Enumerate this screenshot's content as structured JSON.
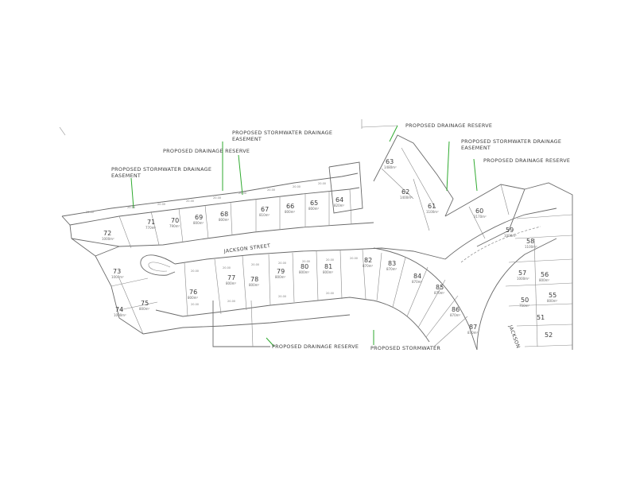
{
  "notes": {
    "stormwater_top": "PROPOSED STORMWATER DRAINAGE",
    "easement_top": "EASEMENT",
    "drainage_reserve_top": "PROPOSED DRAINAGE RESERVE",
    "stormwater_left": "PROPOSED STORMWATER DRAINAGE",
    "easement_left": "EASEMENT",
    "drainage_reserve_topright": "PROPOSED DRAINAGE RESERVE",
    "stormwater_right": "PROPOSED STORMWATER DRAINAGE",
    "easement_right": "EASEMENT",
    "drainage_reserve_right": "PROPOSED DRAINAGE RESERVE",
    "drainage_reserve_bottom": "PROPOSED DRAINAGE RESERVE",
    "stormwater_bottom": "PROPOSED STORMWATER"
  },
  "streets": {
    "jackson_street": "JACKSON STREET",
    "jackson_right": "JACKSON"
  },
  "lots": [
    {
      "no": "72",
      "area": "1000m²"
    },
    {
      "no": "71",
      "area": "770m²"
    },
    {
      "no": "70",
      "area": "790m²"
    },
    {
      "no": "69",
      "area": "800m²"
    },
    {
      "no": "68",
      "area": "800m²"
    },
    {
      "no": "67",
      "area": "810m²"
    },
    {
      "no": "66",
      "area": "800m²"
    },
    {
      "no": "65",
      "area": "800m²"
    },
    {
      "no": "64",
      "area": "820m²"
    },
    {
      "no": "63",
      "area": "1480m²"
    },
    {
      "no": "62",
      "area": "1400m²"
    },
    {
      "no": "61",
      "area": "1100m²"
    },
    {
      "no": "60",
      "area": "2170m²"
    },
    {
      "no": "59",
      "area": "1000m²"
    },
    {
      "no": "58",
      "area": "1100m²"
    },
    {
      "no": "57",
      "area": "1000m²"
    },
    {
      "no": "56",
      "area": "800m²"
    },
    {
      "no": "55",
      "area": "800m²"
    },
    {
      "no": "73",
      "area": "1000m²"
    },
    {
      "no": "74",
      "area": "1000m²"
    },
    {
      "no": "75",
      "area": "800m²"
    },
    {
      "no": "76",
      "area": "800m²"
    },
    {
      "no": "77",
      "area": "800m²"
    },
    {
      "no": "78",
      "area": "800m²"
    },
    {
      "no": "79",
      "area": "800m²"
    },
    {
      "no": "80",
      "area": "800m²"
    },
    {
      "no": "81",
      "area": "800m²"
    },
    {
      "no": "82",
      "area": "870m²"
    },
    {
      "no": "83",
      "area": "870m²"
    },
    {
      "no": "84",
      "area": "870m²"
    },
    {
      "no": "85",
      "area": "870m²"
    },
    {
      "no": "86",
      "area": "870m²"
    },
    {
      "no": "87",
      "area": "870m²"
    },
    {
      "no": "50",
      "area": "750m²"
    },
    {
      "no": "51",
      "area": ""
    },
    {
      "no": "52",
      "area": ""
    }
  ]
}
